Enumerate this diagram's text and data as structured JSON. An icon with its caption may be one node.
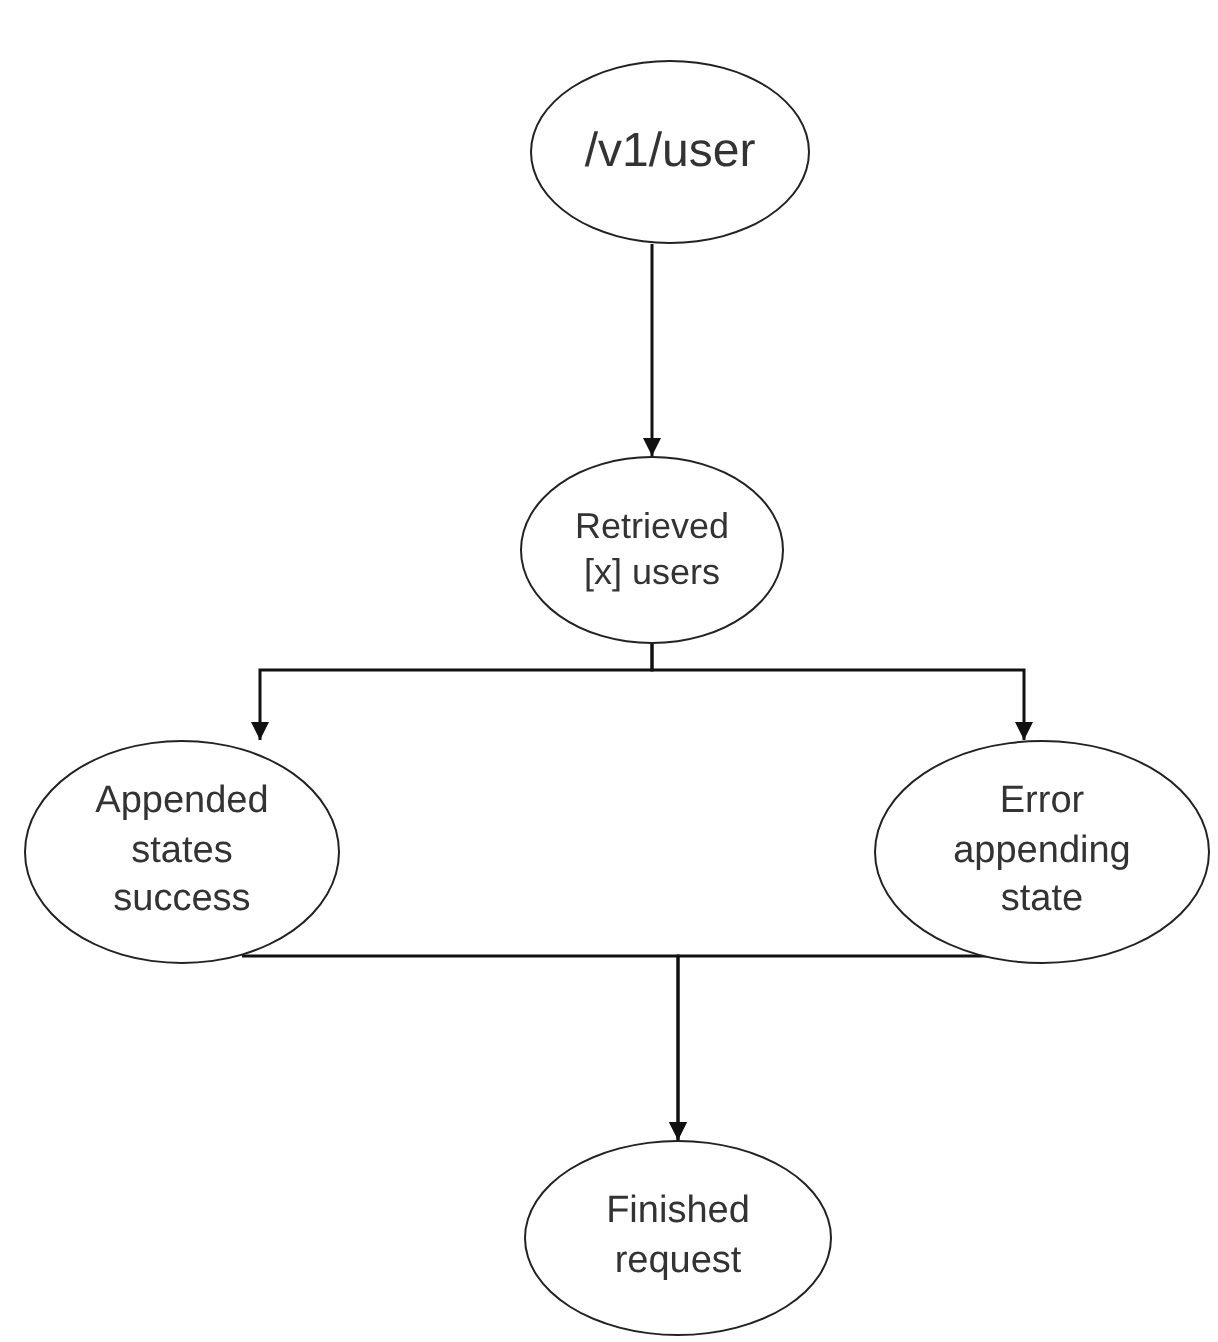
{
  "diagram": {
    "nodes": [
      {
        "text": [
          "/v1/user"
        ]
      },
      {
        "text": [
          "Retrieved [x] users"
        ]
      },
      {
        "text": [
          "Appended states success"
        ]
      },
      {
        "text": [
          "Error appending state"
        ]
      },
      {
        "text": [
          "Finished request"
        ]
      }
    ],
    "edges": [
      {
        "from": 0,
        "to": 1,
        "arrow": "to"
      },
      {
        "from": 1,
        "to": 2,
        "arrow": "to"
      },
      {
        "from": 1,
        "to": 3,
        "arrow": "to"
      },
      {
        "from": 2,
        "to": 4,
        "arrow": "to"
      },
      {
        "from": 3,
        "to": 4,
        "arrow": "to"
      }
    ]
  }
}
